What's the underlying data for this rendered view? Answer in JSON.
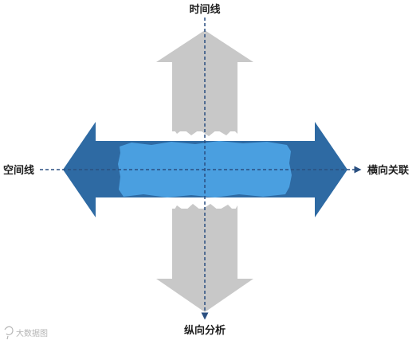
{
  "diagram": {
    "labels": {
      "top": "时间线",
      "left": "空间线",
      "right": "横向关联",
      "bottom": "纵向分析"
    },
    "watermark": "大数据图",
    "colors": {
      "vertical_arrow": "#c8c8c8",
      "horizontal_arrow": "#2e6aa3",
      "horizontal_band": "#4a9fe0",
      "axis_line": "#2a4f80",
      "label_text": "#1f1f1f",
      "watermark": "#b5b5b5"
    }
  }
}
